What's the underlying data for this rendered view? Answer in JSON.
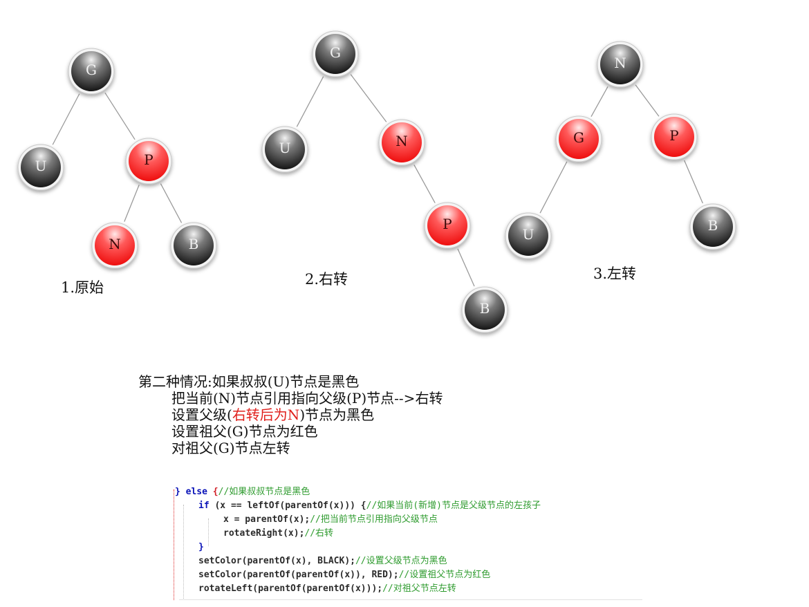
{
  "trees": [
    {
      "caption": "1.原始",
      "nodes": [
        {
          "id": "g1",
          "label": "G",
          "color": "black"
        },
        {
          "id": "u1",
          "label": "U",
          "color": "black"
        },
        {
          "id": "p1",
          "label": "P",
          "color": "red"
        },
        {
          "id": "n1",
          "label": "N",
          "color": "red"
        },
        {
          "id": "b1",
          "label": "B",
          "color": "black"
        }
      ],
      "edges": [
        [
          "g1",
          "u1"
        ],
        [
          "g1",
          "p1"
        ],
        [
          "p1",
          "n1"
        ],
        [
          "p1",
          "b1"
        ]
      ]
    },
    {
      "caption": "2.右转",
      "nodes": [
        {
          "id": "g2",
          "label": "G",
          "color": "black"
        },
        {
          "id": "u2",
          "label": "U",
          "color": "black"
        },
        {
          "id": "n2",
          "label": "N",
          "color": "red"
        },
        {
          "id": "p2",
          "label": "P",
          "color": "red"
        },
        {
          "id": "b2",
          "label": "B",
          "color": "black"
        }
      ],
      "edges": [
        [
          "g2",
          "u2"
        ],
        [
          "g2",
          "n2"
        ],
        [
          "n2",
          "p2"
        ],
        [
          "p2",
          "b2"
        ]
      ]
    },
    {
      "caption": "3.左转",
      "nodes": [
        {
          "id": "n3",
          "label": "N",
          "color": "black"
        },
        {
          "id": "g3",
          "label": "G",
          "color": "red"
        },
        {
          "id": "p3",
          "label": "P",
          "color": "red"
        },
        {
          "id": "u3",
          "label": "U",
          "color": "black"
        },
        {
          "id": "b3",
          "label": "B",
          "color": "black"
        }
      ],
      "edges": [
        [
          "n3",
          "g3"
        ],
        [
          "n3",
          "p3"
        ],
        [
          "g3",
          "u3"
        ],
        [
          "p3",
          "b3"
        ]
      ]
    }
  ],
  "description": {
    "line1": "第二种情况:如果叔叔(U)节点是黑色",
    "line2": "把当前(N)节点引用指向父级(P)节点-->右转",
    "line3_a": "设置父级(",
    "line3_red": "右转后为N",
    "line3_b": ")节点为黑色",
    "line4": "设置祖父(G)节点为红色",
    "line5": "对祖父(G)节点左转"
  },
  "code": {
    "l1_brace": "} ",
    "l1_kw": "else",
    "l1_rest": " {",
    "l1_comment": "//如果叔叔节点是黑色",
    "l2_kw": "if",
    "l2_rest": " (x == leftOf(parentOf(x))) {",
    "l2_comment": "//如果当前(新增)节点是父级节点的左孩子",
    "l3_code": "x = parentOf(x);",
    "l3_comment": "//把当前节点引用指向父级节点",
    "l4_code": "rotateRight(x);",
    "l4_comment": "//右转",
    "l5_code": "}",
    "l6_code": "setColor(parentOf(x), BLACK);",
    "l6_comment": "//设置父级节点为黑色",
    "l7_code": "setColor(parentOf(parentOf(x)), RED);",
    "l7_comment": "//设置祖父节点为红色",
    "l8_code": "rotateLeft(parentOf(parentOf(x)));",
    "l8_comment": "//对祖父节点左转"
  },
  "colors": {
    "red_node": "#ff2020",
    "black_node": "#151515",
    "edge": "#9a9a9a",
    "keyword": "#0b14b8",
    "comment": "#2e9b2e",
    "highlight_text": "#e0201c"
  }
}
